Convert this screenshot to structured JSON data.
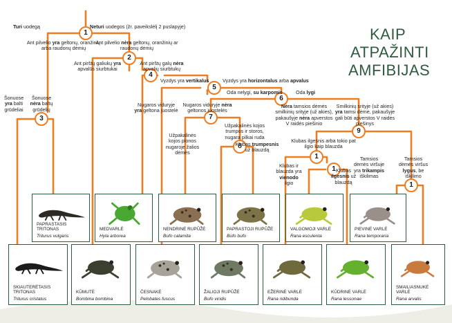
{
  "title": {
    "line1": "KAIP",
    "line2": "ATPAŽINTI",
    "line3": "AMFIBIJAS"
  },
  "nodes": [
    {
      "id": "n1",
      "num": "1"
    },
    {
      "id": "n2",
      "num": "2"
    },
    {
      "id": "n3",
      "num": "3"
    },
    {
      "id": "n4",
      "num": "4"
    },
    {
      "id": "n5",
      "num": "5"
    },
    {
      "id": "n6",
      "num": "6"
    },
    {
      "id": "n7",
      "num": "7"
    },
    {
      "id": "n8",
      "num": "8"
    },
    {
      "id": "n9",
      "num": "9"
    },
    {
      "id": "n10",
      "num": "1"
    },
    {
      "id": "n11",
      "num": "1"
    },
    {
      "id": "n12",
      "num": "1"
    }
  ],
  "labels": {
    "l1a": "<b>Turi</b> uodegą",
    "l1b": "<b>Neturi</b> uodegos (žr. paveikslėlį 2 puslapyje)",
    "l2a": "Ant pilvelio <b>yra</b> geltonų, oranžinių<br>arba raudonų dėmių",
    "l2b": "Ant pilvelio <b>nėra</b> geltonų, oranžinių ar<br>raudonų dėmių",
    "l3a": "Šonuose<br><b>yra</b> balti<br>grūdeliai",
    "l3b": "Šonuose<br><b>nėra</b> baltų<br>grūdelių",
    "l4a": "Ant pirštų galiukų <b>yra</b><br>apvalūs siurbtukai",
    "l4b": "Ant pirštų galų <b>nėra</b><br>apvalių siurbtukų",
    "l5a": "Vyzdys yra <b>vertikalus</b>",
    "l5b": "Vyzdys yra <b>horizontalus</b> arba <b>apvalus</b>",
    "l6a": "Oda nelygi, <b>su karpomis</b>",
    "l6b": "Oda <b>lygi</b>",
    "l7a": "Nugaros viduryje<br><b>yra</b> geltona juostelė",
    "l7b": "Nugaros viduryje <b>nėra</b><br>geltonos juostelės",
    "l8a": "Užpakalinės<br>kojos plonos<br>nugaroje žalios<br>dėmės",
    "l8b": "Užpakalinės kojos<br>trumpos ir storos,<br>nugara pilkai ruda",
    "l9a": "<b>Nėra</b> tamsios dėmės<br>smilkinių srityje (už akies),<br>pakaušyje <b>nėra</b> apverstos<br>V raidės piešinio",
    "l9b": "Smilkinių srityje (už akies)<br><b>yra</b> tamsi dėmė, pakaušyje<br>gali būti apverstos V raidės<br>piešinys",
    "l10a": "Klubas <b>trumpesnis</b><br>už blauzdą",
    "l10b": "Klubas ilgesnis arba tokio pat<br>ilgio kaip blauzda",
    "l11a": "Klubas ir<br>blauzda yra<br><b>vienodo</b><br>ilgio",
    "l11b": "Klubas<br><b>ilgesnis</b> už<br>blauzdą",
    "l12a": "Tamsios<br>dėmės viršuje<br>yra <b>trikampis</b><br>iškilimas",
    "l12b": "Tamsios<br>dėmės viršus<br><b>lygus</b>, be<br>iškilimo"
  },
  "species": [
    {
      "id": "paprastasis-tritonas",
      "name": "PAPRASTASIS TRITONAS",
      "latin": "Triturus vulgaris",
      "icon": "newt",
      "color": "#2d2a26"
    },
    {
      "id": "medvarle",
      "name": "MEDVARLĖ",
      "latin": "Hyla arborea",
      "icon": "tree-frog",
      "color": "#4aa832"
    },
    {
      "id": "nendrine-rupuze",
      "name": "NENDRINĖ RUPŪŽĖ",
      "latin": "Bufo calamita",
      "icon": "toad",
      "color": "#8a7052"
    },
    {
      "id": "paprastoji-rupuze",
      "name": "PAPRASTOJI RUPŪŽĖ",
      "latin": "Bufo bufo",
      "icon": "toad",
      "color": "#7c7348"
    },
    {
      "id": "valgomoji-varle",
      "name": "VALGOMOJI VARLĖ",
      "latin": "Rana esculenta",
      "icon": "frog",
      "color": "#b9c93c"
    },
    {
      "id": "pievine-varle",
      "name": "PIEVINĖ VARLĖ",
      "latin": "Rana temporaria",
      "icon": "frog",
      "color": "#9b8f8a"
    },
    {
      "id": "skiauteretasis-tritonas",
      "name": "SKIAUTERĖTASIS TRITONAS",
      "latin": "Triturus cristatus",
      "icon": "newt",
      "color": "#1e1c1a"
    },
    {
      "id": "kumute",
      "name": "KŪMUTĖ",
      "latin": "Bombina bombina",
      "icon": "frog",
      "color": "#3a3f30"
    },
    {
      "id": "cesnake",
      "name": "ČESNAKĖ",
      "latin": "Pelobates fuscus",
      "icon": "toad",
      "color": "#a8a398"
    },
    {
      "id": "zalioji-rupuze",
      "name": "ŽALIOJI RUPŪŽĖ",
      "latin": "Bufo viridis",
      "icon": "toad",
      "color": "#6f7a64"
    },
    {
      "id": "ezerine-varle",
      "name": "EŽERINĖ VARLĖ",
      "latin": "Rana ridibunda",
      "icon": "frog",
      "color": "#6f6a3e"
    },
    {
      "id": "kudrine-varle",
      "name": "KŪDRINĖ VARLĖ",
      "latin": "Rana lessonae",
      "icon": "frog",
      "color": "#66b030"
    },
    {
      "id": "smailiasnuke-varle",
      "name": "SMAILIASNUKĖ VARLĖ",
      "latin": "Rana arvalis",
      "icon": "frog",
      "color": "#c97a3e"
    }
  ],
  "colors": {
    "line": "#ee7d22",
    "title": "#2f5a3f",
    "frame": "#2b5a3f",
    "wave": "#e8e6dc"
  }
}
